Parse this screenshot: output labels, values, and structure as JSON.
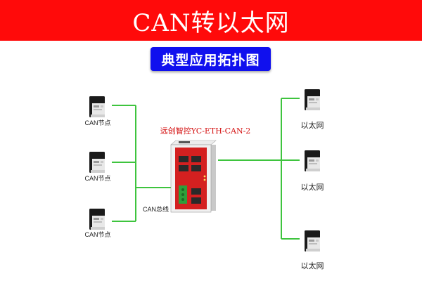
{
  "header": {
    "title": "CAN转以太网"
  },
  "subheader": {
    "title": "典型应用拓扑图"
  },
  "diagram": {
    "line_color": "#3ec43e",
    "gateway": {
      "model_label": "远创智控YC-ETH-CAN-2",
      "accent_color": "#d42020"
    },
    "bus_label": "CAN总线",
    "can_nodes": [
      {
        "label": "CAN节点",
        "icon": "module-icon"
      },
      {
        "label": "CAN节点",
        "icon": "module-icon"
      },
      {
        "label": "CAN节点",
        "icon": "module-icon"
      }
    ],
    "eth_nodes": [
      {
        "label": "以太网",
        "icon": "module-icon"
      },
      {
        "label": "以太网",
        "icon": "module-icon"
      },
      {
        "label": "以太网",
        "icon": "module-icon"
      }
    ]
  }
}
